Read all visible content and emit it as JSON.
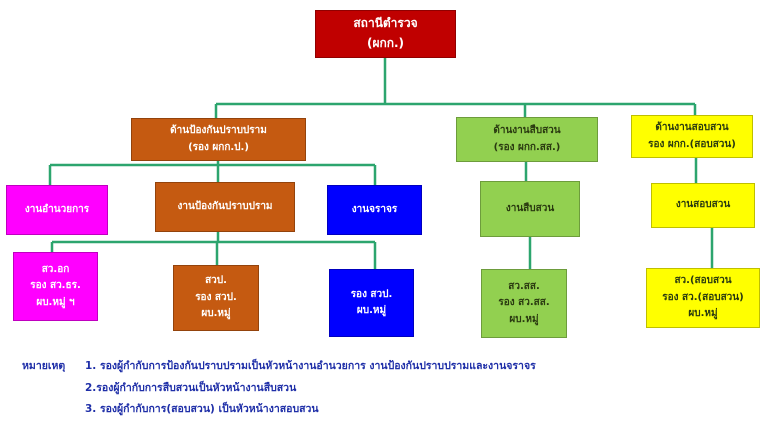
{
  "colors": {
    "line": "#2ca56e",
    "red": "#c00000",
    "orange": "#c55a11",
    "magenta": "#ff00ff",
    "blue": "#0000ff",
    "green": "#92d050",
    "yellow": "#ffff00",
    "note": "#1f2fa8"
  },
  "top": {
    "line1": "สถานีตำรวจ",
    "line2": "(ผกก.)"
  },
  "prevention": {
    "line1": "ด้านป้องกันปราบปราม",
    "line2": "(รอง ผกก.ป.)",
    "admin": {
      "label": "งานอำนวยการ",
      "staff": [
        "สว.อก",
        "รอง สว.ธร.",
        "ผบ.หมู่ ฯ"
      ]
    },
    "suppression": {
      "label": "งานป้องกันปราบปราม",
      "staff": [
        "สวป.",
        "รอง สวป.",
        "ผบ.หมู่"
      ]
    },
    "traffic": {
      "label": "งานจราจร",
      "staff": [
        "รอง สวป.",
        "ผบ.หมู่"
      ]
    }
  },
  "investigation": {
    "line1": "ด้านงานสืบสวน",
    "line2": "(รอง ผกก.สส.)",
    "unit": "งานสืบสวน",
    "staff": [
      "สว.สส.",
      "รอง สว.สส.",
      "ผบ.หมู่"
    ]
  },
  "inquiry": {
    "line1": "ด้านงานสอบสวน",
    "line2": "รอง ผกก.(สอบสวน)",
    "unit": "งานสอบสวน",
    "staff": [
      "สว.(สอบสวน",
      "รอง สว.(สอบสวน)",
      "ผบ.หมู่"
    ]
  },
  "notes": {
    "label": "หมายเหตุ",
    "items": [
      "1. รองผู้กำกับการป้องกันปราบปรามเป็นหัวหน้างานอำนวยการ งานป้องกันปราบปรามและงานจราจร",
      "2.รองผู้กำกับการสืบสวนเป็นหัวหน้างานสืบสวน",
      "3. รองผู้กำกับการ(สอบสวน) เป็นหัวหน้างาสอบสวน"
    ]
  }
}
